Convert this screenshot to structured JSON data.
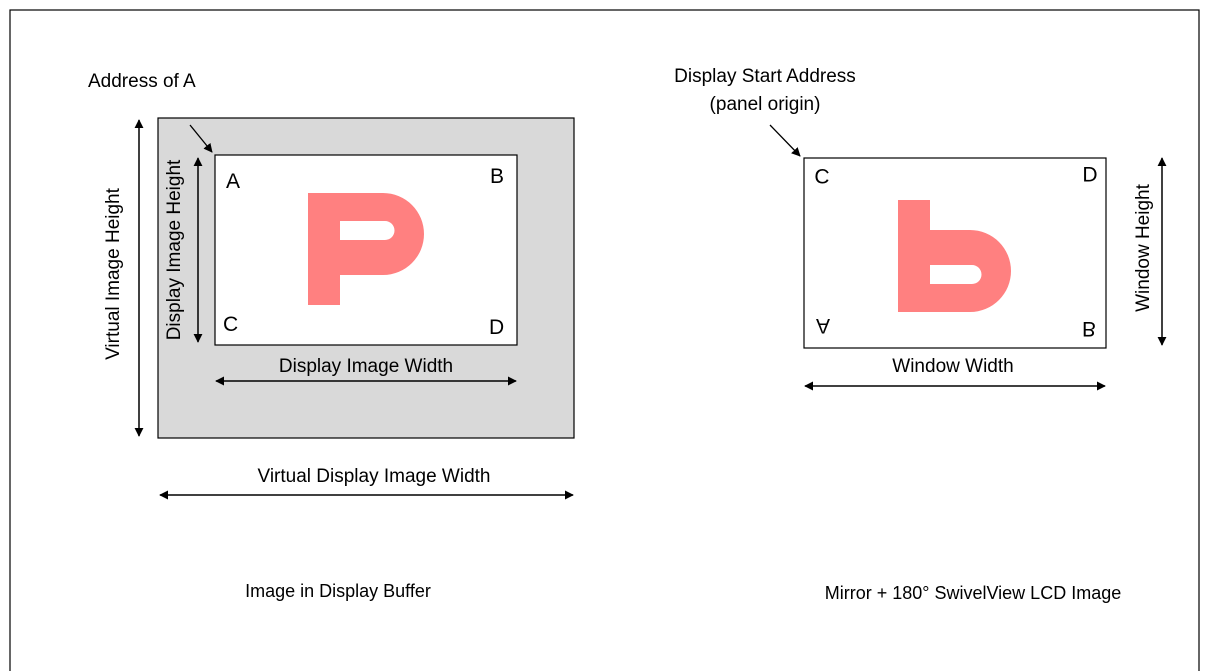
{
  "left": {
    "address_label": "Address of A",
    "corners": {
      "a": "A",
      "b": "B",
      "c": "C",
      "d": "D"
    },
    "display_image_height": "Display Image Height",
    "display_image_width": "Display Image Width",
    "virtual_image_height": "Virtual Image Height",
    "virtual_display_image_width": "Virtual Display Image Width",
    "caption": "Image in Display Buffer"
  },
  "right": {
    "start_address_line1": "Display Start Address",
    "start_address_line2": "(panel origin)",
    "corners": {
      "c": "C",
      "d": "D",
      "a": "A",
      "b": "B"
    },
    "window_width": "Window Width",
    "window_height": "Window Height",
    "caption": "Mirror + 180° SwivelView LCD Image"
  },
  "colors": {
    "buffer_fill": "#d9d9d9",
    "glyph": "#ff8080",
    "stroke": "#000000"
  }
}
